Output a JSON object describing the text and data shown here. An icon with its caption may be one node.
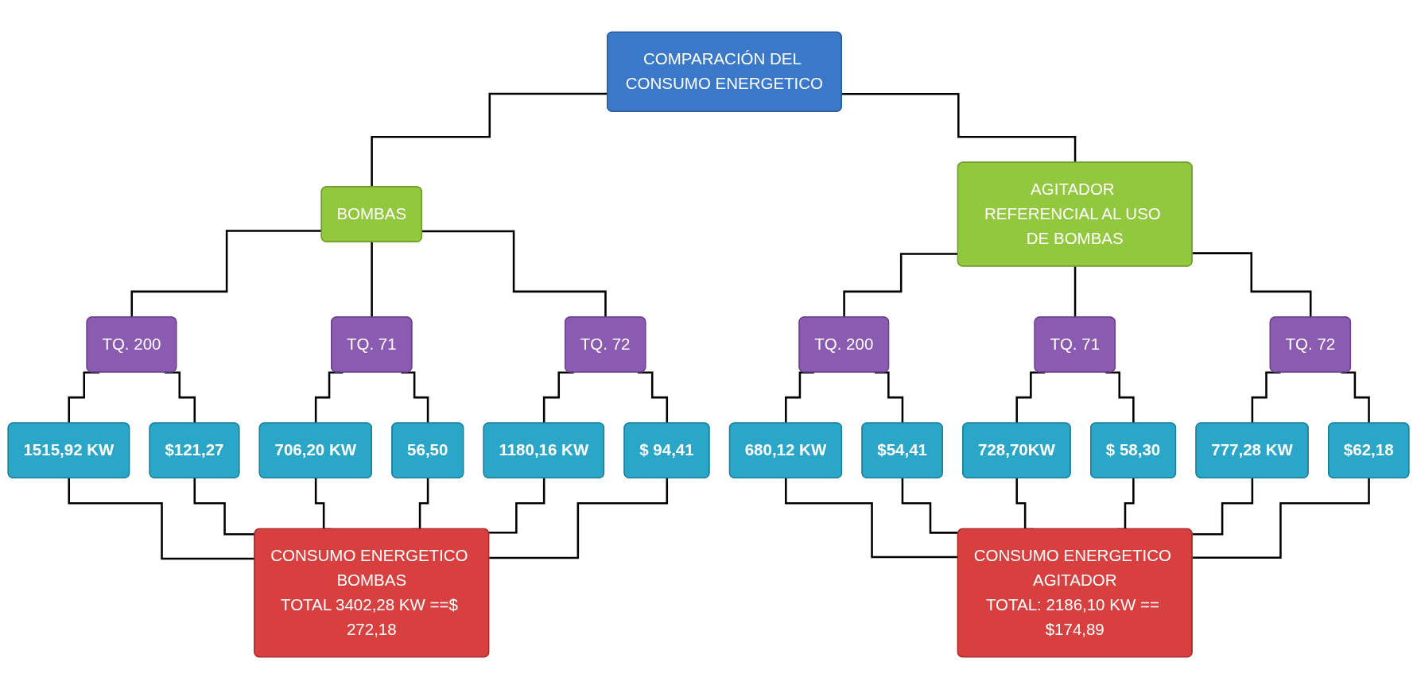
{
  "diagram": {
    "nodes": [
      {
        "text": [
          "COMPARACIÓN DEL CONSUMO ENERGETICO"
        ]
      },
      {
        "text": [
          "BOMBAS"
        ]
      },
      {
        "text": [
          "AGITADOR REFERENCIAL AL USO DE BOMBAS"
        ]
      },
      {
        "text": [
          "TQ. 200"
        ]
      },
      {
        "text": [
          "TQ. 71"
        ]
      },
      {
        "text": [
          "TQ. 72"
        ]
      },
      {
        "text": [
          "TQ. 200"
        ]
      },
      {
        "text": [
          "TQ. 71"
        ]
      },
      {
        "text": [
          "TQ. 72"
        ]
      },
      {
        "text": [
          "1515,92 KW"
        ]
      },
      {
        "text": [
          "$121,27"
        ]
      },
      {
        "text": [
          "706,20 KW"
        ]
      },
      {
        "text": [
          "56,50"
        ]
      },
      {
        "text": [
          "1180,16 KW"
        ]
      },
      {
        "text": [
          "$ 94,41"
        ]
      },
      {
        "text": [
          "680,12 KW"
        ]
      },
      {
        "text": [
          "$54,41"
        ]
      },
      {
        "text": [
          "728,70KW"
        ]
      },
      {
        "text": [
          "$ 58,30"
        ]
      },
      {
        "text": [
          "777,28 KW"
        ]
      },
      {
        "text": [
          "$62,18"
        ]
      },
      {
        "text": [
          "CONSUMO ENERGETICO BOMBAS",
          "TOTAL 3402,28 KW ==$ 272,18"
        ]
      },
      {
        "text": [
          "CONSUMO ENERGETICO AGITADOR",
          "TOTAL: 2186,10 KW == $174,89"
        ]
      }
    ],
    "edges": [
      {
        "from": 0,
        "to": 1,
        "arrow": "none"
      },
      {
        "from": 0,
        "to": 2,
        "arrow": "none"
      },
      {
        "from": 1,
        "to": 3,
        "arrow": "none"
      },
      {
        "from": 1,
        "to": 4,
        "arrow": "none"
      },
      {
        "from": 1,
        "to": 5,
        "arrow": "none"
      },
      {
        "from": 2,
        "to": 6,
        "arrow": "none"
      },
      {
        "from": 2,
        "to": 7,
        "arrow": "none"
      },
      {
        "from": 2,
        "to": 8,
        "arrow": "none"
      },
      {
        "from": 3,
        "to": 9,
        "arrow": "none"
      },
      {
        "from": 3,
        "to": 10,
        "arrow": "none"
      },
      {
        "from": 4,
        "to": 11,
        "arrow": "none"
      },
      {
        "from": 4,
        "to": 12,
        "arrow": "none"
      },
      {
        "from": 5,
        "to": 13,
        "arrow": "none"
      },
      {
        "from": 5,
        "to": 14,
        "arrow": "none"
      },
      {
        "from": 6,
        "to": 15,
        "arrow": "none"
      },
      {
        "from": 6,
        "to": 16,
        "arrow": "none"
      },
      {
        "from": 7,
        "to": 17,
        "arrow": "none"
      },
      {
        "from": 7,
        "to": 18,
        "arrow": "none"
      },
      {
        "from": 8,
        "to": 19,
        "arrow": "none"
      },
      {
        "from": 8,
        "to": 20,
        "arrow": "none"
      },
      {
        "from": 9,
        "to": 21,
        "arrow": "none"
      },
      {
        "from": 10,
        "to": 21,
        "arrow": "none"
      },
      {
        "from": 11,
        "to": 21,
        "arrow": "none"
      },
      {
        "from": 12,
        "to": 21,
        "arrow": "none"
      },
      {
        "from": 13,
        "to": 21,
        "arrow": "none"
      },
      {
        "from": 14,
        "to": 21,
        "arrow": "none"
      },
      {
        "from": 15,
        "to": 22,
        "arrow": "none"
      },
      {
        "from": 16,
        "to": 22,
        "arrow": "none"
      },
      {
        "from": 17,
        "to": 22,
        "arrow": "none"
      },
      {
        "from": 18,
        "to": 22,
        "arrow": "none"
      },
      {
        "from": 19,
        "to": 22,
        "arrow": "none"
      },
      {
        "from": 20,
        "to": 22,
        "arrow": "none"
      }
    ]
  }
}
